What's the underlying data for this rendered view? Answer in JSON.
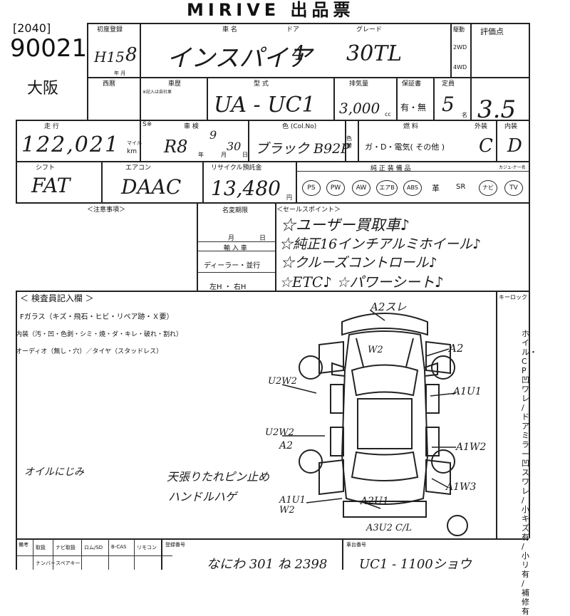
{
  "header": {
    "title": "MIRIVE 出品票",
    "lot_code": "[2040]",
    "lot_number": "90021",
    "location": "大阪"
  },
  "labels": {
    "first_reg": "初度登録",
    "year_month": "年  月",
    "car_name": "車  名",
    "door": "ドア",
    "grade": "グレード",
    "drive": "駆動",
    "two_wd": "2WD",
    "four_wd": "4WD",
    "score_label": "評価点",
    "western": "西暦",
    "category": "車歴",
    "cat_note": "※記入は自社車",
    "type": "型  式",
    "displacement": "排気量",
    "cc": "cc",
    "warranty": "保証書",
    "capacity": "定員",
    "mei": "名",
    "mileage": "走 行",
    "s_mark": "S※",
    "mile": "マイル",
    "km": "km",
    "inspection": "車  検",
    "nen": "年",
    "tsuki": "月",
    "hi": "日",
    "color": "色 (Col.No)",
    "irokae": "色替",
    "fuel": "燃  料",
    "fuel_opts": "ガ・D・電気(   その他   )",
    "exterior": "外装",
    "interior": "内装",
    "shift": "シフト",
    "aircon": "エアコン",
    "recycle": "リサイクル預託金",
    "yen": "円",
    "equipment": "純 正 装 備 品",
    "carrier": "カジュ-ナー名",
    "notes": "＜注意事項＞",
    "buyer_name": "名変期限",
    "month": "月",
    "hi2": "日",
    "import": "輸 入 車",
    "dealer": "ディーラー・並行",
    "handle": "左H ・ 右H",
    "sales_point": "＜セールスポイント＞",
    "inspector": "＜ 検査員記入欄 ＞",
    "glass": "Fガラス（キズ・飛石・ヒビ・リペア跡・Ｘ要）",
    "interior_line": "内装（汚・凹・色剥・シミ・焼・ダ・キレ・破れ・割れ）",
    "audio": "オーディオ（無し・穴）／タイヤ（スタッドレス）",
    "key_lock": "キーロック",
    "bottom_labels": [
      "取扱",
      "ナビ取扱",
      "ロム/SD",
      "B-CAS",
      "リモコン",
      "登録番号",
      "車台番号"
    ],
    "bottom_labels2": [
      "ナンバー",
      "スペアキー"
    ],
    "side_left": "備考"
  },
  "equip_items": [
    "PS",
    "PW",
    "AW",
    "エアB",
    "ABS",
    "革",
    "SR",
    "ナビ",
    "TV"
  ],
  "right_side_text": "ホイル・CP凹ワレ / ドアミラー凹スワレ / 小キズ有 / 小リ有 / 補修有",
  "handwritten": {
    "era": "H15",
    "month_val": "8",
    "car_name_val": "インスパイア",
    "door_val": "4",
    "grade_val": "30TL",
    "type_val": "UA - UC1",
    "displacement_val": "3,000",
    "warranty_val": "有・無",
    "capacity_val": "5",
    "score_val": "3.5",
    "mileage_val": "122,021",
    "insp_r": "R8",
    "insp_m": "9",
    "insp_d": "30",
    "color_val": "ブラック B92P",
    "exterior_val": "C",
    "interior_val": "D",
    "shift_val": "FAT",
    "aircon_val": "DAAC",
    "recycle_val": "13,480",
    "sp1": "☆ユーザー買取車♪",
    "sp2": "☆純正16インチアルミホイール♪",
    "sp3": "☆クルーズコントロール♪",
    "sp4": "☆ETC♪   ☆パワーシート♪",
    "note_left": "オイルにじみ",
    "note_center1": "天張りたれピン止め",
    "note_center2": "ハンドルハゲ",
    "reg_num": "なにわ 301 ね 2398",
    "chassis": "UC1 - 1100ショウ"
  },
  "damage_marks": [
    "A2スレ",
    "W2",
    "A2",
    "U2W2",
    "A1U1",
    "U2W2",
    "A2",
    "A1W2",
    "A1W3",
    "A1U1 W2",
    "A2U1",
    "A3U2 C/L"
  ]
}
